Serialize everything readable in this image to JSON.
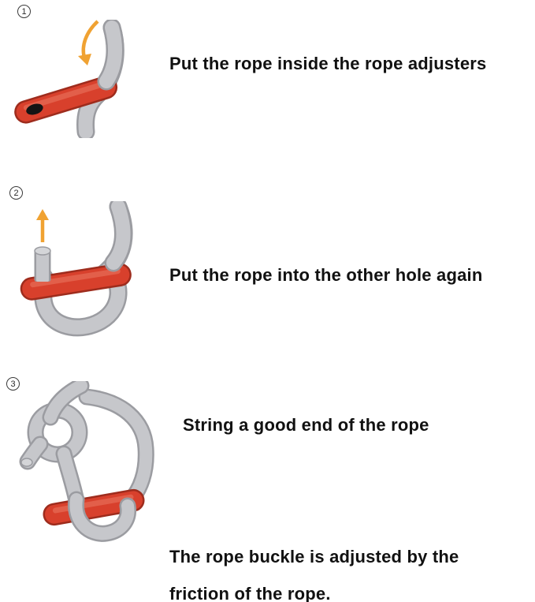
{
  "steps": [
    {
      "number": "1",
      "caption": "Put the rope inside the rope adjusters",
      "illustration": "rope-adjuster-with-rope-and-down-arrow"
    },
    {
      "number": "2",
      "caption": "Put the rope into the other hole again",
      "illustration": "rope-looped-through-adjuster-with-up-arrow"
    },
    {
      "number": "3",
      "caption": "String a good end of the rope",
      "illustration": "rope-knotted-through-adjuster"
    }
  ],
  "footer": {
    "line1": "The rope buckle is adjusted by the",
    "line2": "friction of the rope."
  },
  "colors": {
    "adjuster_red": "#d8402c",
    "adjuster_outline": "#9e2c1d",
    "rope_gray": "#c6c7cb",
    "rope_outline": "#9b9ca1",
    "arrow_orange": "#f0a232",
    "text": "#111111",
    "background": "#ffffff"
  }
}
